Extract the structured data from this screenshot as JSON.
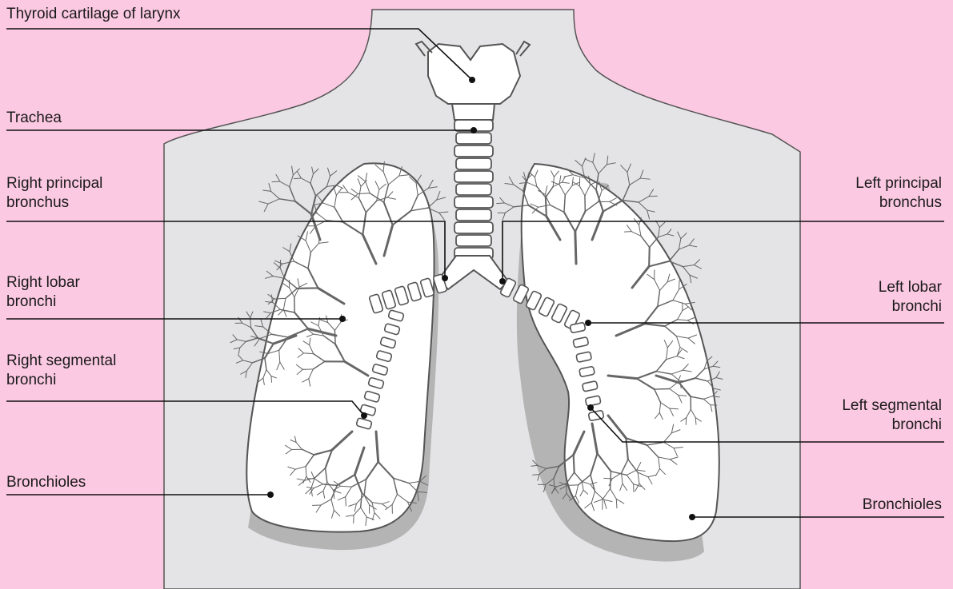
{
  "colors": {
    "background": "#fcc9e3",
    "body": "#e4e4e6",
    "lung_fill": "#ffffff",
    "lung_shadow": "#b4b4b4",
    "outline": "#555555",
    "leader_line": "#111111"
  },
  "labels": {
    "thyroid": "Thyroid cartilage of larynx",
    "trachea": "Trachea",
    "right_principal": [
      "Right principal",
      "bronchus"
    ],
    "right_lobar": [
      "Right lobar",
      "bronchi"
    ],
    "right_segmental": [
      "Right segmental",
      "bronchi"
    ],
    "bronchioles_right": "Bronchioles",
    "left_principal": [
      "Left principal",
      "bronchus"
    ],
    "left_lobar": [
      "Left lobar",
      "bronchi"
    ],
    "left_segmental": [
      "Left segmental",
      "bronchi"
    ],
    "bronchioles_left": "Bronchioles"
  }
}
